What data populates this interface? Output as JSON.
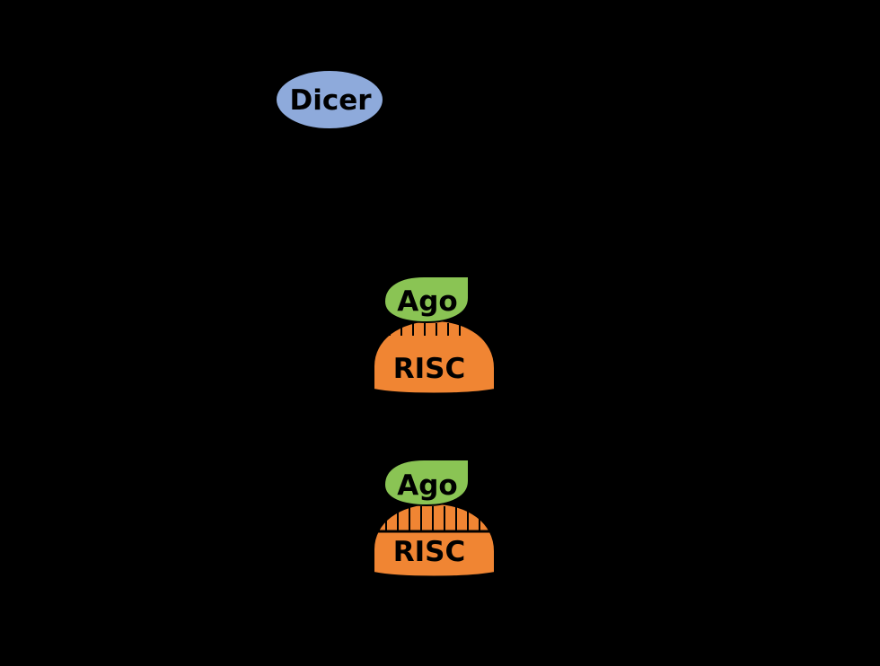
{
  "diagram": {
    "background": "#000000",
    "colors": {
      "dicer": "#8eaadb",
      "ago": "#8ac454",
      "risc": "#f08533",
      "outline": "#000000"
    },
    "dicer": {
      "label": "Dicer"
    },
    "complexes": [
      {
        "ago_label": "Ago",
        "risc_label": "RISC",
        "state": "single-strand bound"
      },
      {
        "ago_label": "Ago",
        "risc_label": "RISC",
        "state": "target-paired"
      }
    ]
  }
}
